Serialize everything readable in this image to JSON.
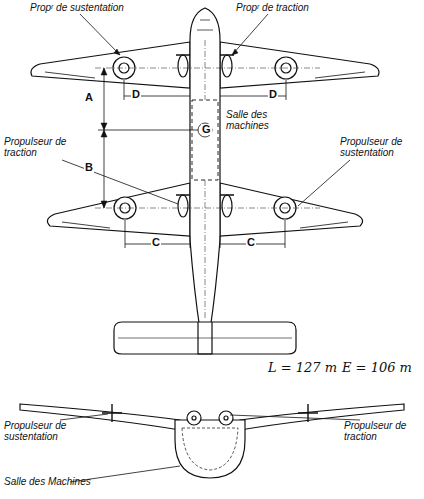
{
  "diagram": {
    "labels": [
      "Propʳ de sustentation",
      "Propʳ de traction",
      "A",
      "B",
      "D",
      "D",
      "G",
      "Salle des machines",
      "Propulseur de traction",
      "Propulseur de sustentation",
      "C",
      "C",
      "L = 127 m",
      "E = 106 m",
      "Propulseur de sustentation",
      "Propulseur de traction",
      "Salle des Machines"
    ]
  }
}
